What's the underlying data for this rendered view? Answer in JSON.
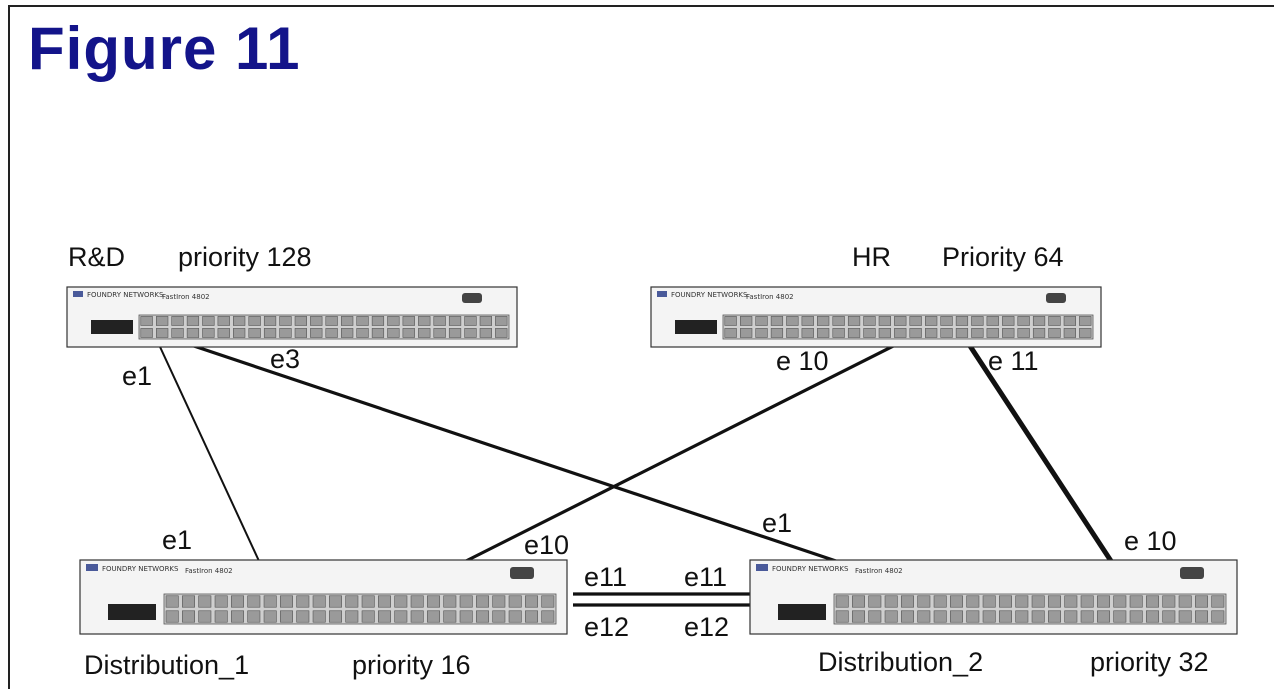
{
  "title": "Figure 11",
  "switches": [
    {
      "id": "rd",
      "name": "R&D",
      "priority": "priority 128",
      "model": "FastIron 4802",
      "vendor": "FOUNDRY NETWORKS"
    },
    {
      "id": "hr",
      "name": "HR",
      "priority": "Priority 64",
      "model": "FastIron 4802",
      "vendor": "FOUNDRY NETWORKS"
    },
    {
      "id": "d1",
      "name": "Distribution_1",
      "priority": "priority 16",
      "model": "FastIron 4802",
      "vendor": "FOUNDRY NETWORKS"
    },
    {
      "id": "d2",
      "name": "Distribution_2",
      "priority": "priority 32",
      "model": "FastIron 4802",
      "vendor": "FOUNDRY NETWORKS"
    }
  ],
  "links": [
    {
      "from": "rd",
      "from_port": "e1",
      "to": "d1",
      "to_port": "e1",
      "style": "thin"
    },
    {
      "from": "rd",
      "from_port": "e3",
      "to": "d2",
      "to_port": "e1",
      "style": "medium"
    },
    {
      "from": "hr",
      "from_port": "e 10",
      "to": "d1",
      "to_port": "e10",
      "style": "medium"
    },
    {
      "from": "hr",
      "from_port": "e 11",
      "to": "d2",
      "to_port": "e 10",
      "style": "thick"
    },
    {
      "from": "d1",
      "from_port": "e11",
      "to": "d2",
      "to_port": "e11",
      "style": "medium"
    },
    {
      "from": "d1",
      "from_port": "e12",
      "to": "d2",
      "to_port": "e12",
      "style": "medium"
    }
  ]
}
